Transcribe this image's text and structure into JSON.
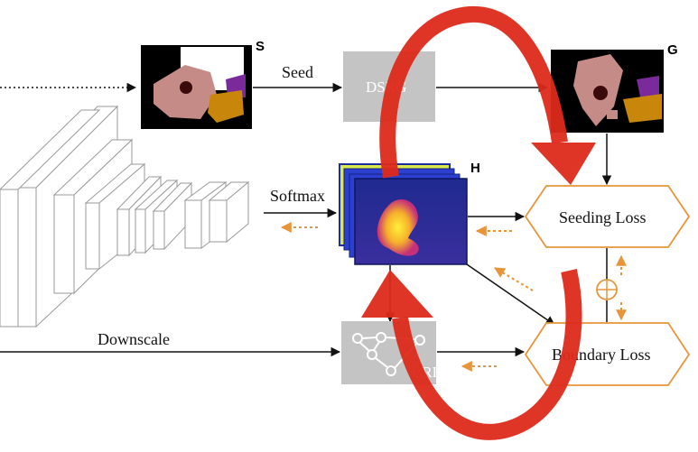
{
  "labels": {
    "seed": "Seed",
    "softmax": "Softmax",
    "downscale": "Downscale",
    "seeding_loss": "Seeding Loss",
    "boundary_loss": "Boundary Loss",
    "dsrg": "DSRG",
    "crf": "CRF",
    "s": "S",
    "g": "G",
    "h": "H",
    "combine_symbol": "⊕"
  },
  "colors": {
    "loss_border": "#e8953a",
    "backprop_arrow": "#e8953a",
    "grey_box": "#c4c4c4",
    "red_cycle": "#dd2a1b",
    "network_block": "#ffffff"
  },
  "icons": {
    "crf": "graph-network-icon",
    "combine": "circle-plus-icon"
  }
}
